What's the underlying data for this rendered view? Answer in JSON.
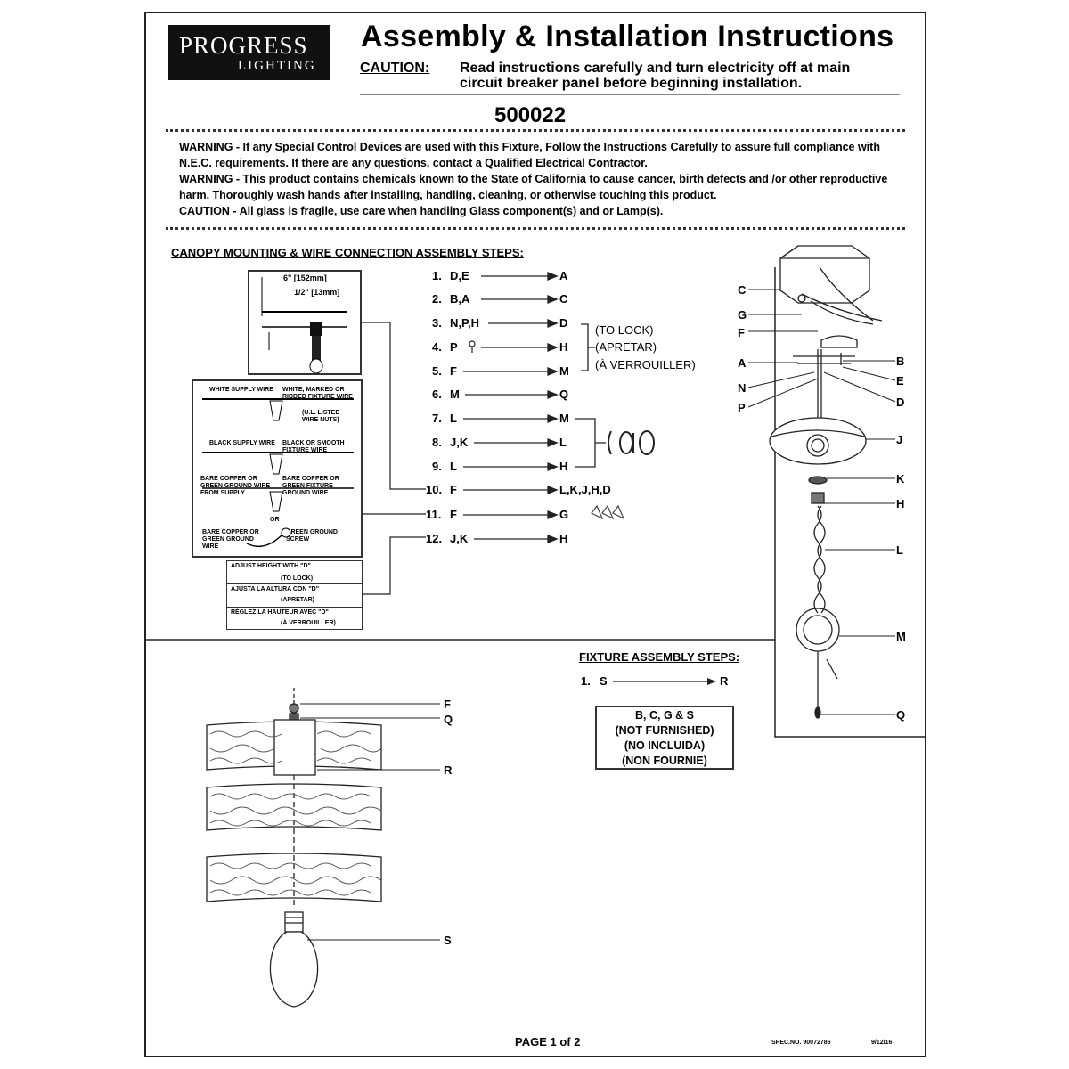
{
  "brand": {
    "name_line1": "PROGRESS",
    "name_line2": "LIGHTING"
  },
  "title": "Assembly & Installation Instructions",
  "caution_header": {
    "label": "CAUTION:",
    "text": "Read instructions carefully and turn electricity off at main circuit breaker panel before beginning installation."
  },
  "part_number": "500022",
  "warnings": [
    "WARNING - If any Special Control Devices are used with this Fixture, Follow the Instructions Carefully to assure full compliance with N.E.C. requirements. If there are any questions, contact a Qualified Electrical Contractor.",
    "WARNING - This product contains chemicals known to the State of California to cause cancer, birth defects and /or other reproductive harm. Thoroughly wash hands after installing, handling, cleaning, or otherwise touching this product.",
    "CAUTION - All glass is fragile, use care when handling Glass component(s) and or Lamp(s)."
  ],
  "canopy_heading": "CANOPY MOUNTING & WIRE CONNECTION ASSEMBLY STEPS:",
  "canopy_steps": [
    {
      "num": "1.",
      "from": "D,E",
      "to": "A"
    },
    {
      "num": "2.",
      "from": "B,A",
      "to": "C"
    },
    {
      "num": "3.",
      "from": "N,P,H",
      "to": "D"
    },
    {
      "num": "4.",
      "from": "P",
      "to": "H"
    },
    {
      "num": "5.",
      "from": "F",
      "to": "M"
    },
    {
      "num": "6.",
      "from": "M",
      "to": "Q"
    },
    {
      "num": "7.",
      "from": "L",
      "to": "M"
    },
    {
      "num": "8.",
      "from": "J,K",
      "to": "L"
    },
    {
      "num": "9.",
      "from": "L",
      "to": "H"
    },
    {
      "num": "10.",
      "from": "F",
      "to": "L,K,J,H,D"
    },
    {
      "num": "11.",
      "from": "F",
      "to": "G"
    },
    {
      "num": "12.",
      "from": "J,K",
      "to": "H"
    }
  ],
  "lock_labels": [
    "(TO LOCK)",
    "(APRETAR)",
    "(À VERROUILLER)"
  ],
  "dimensions": {
    "d1": "6\" [152mm]",
    "d2": "1/2\" [13mm]"
  },
  "wiring_box": {
    "row1_left": "WHITE SUPPLY WIRE",
    "row1_right": "WHITE, MARKED OR RIBBED FIXTURE WIRE",
    "row1_note": "(U.L. LISTED WIRE NUTS)",
    "row2_left": "BLACK SUPPLY WIRE",
    "row2_right": "BLACK OR SMOOTH FIXTURE WIRE",
    "row3_left": "BARE COPPER OR GREEN GROUND WIRE FROM SUPPLY",
    "row3_right": "BARE COPPER OR GREEN FIXTURE GROUND WIRE",
    "or": "OR",
    "row4_left": "BARE COPPER OR GREEN GROUND WIRE",
    "row4_right": "GREEN GROUND SCREW"
  },
  "adjust_box": [
    {
      "text": "ADJUST HEIGHT WITH \"D\"",
      "sub": "(TO LOCK)"
    },
    {
      "text": "AJUSTA LA ALTURA CON \"D\"",
      "sub": "(APRETAR)"
    },
    {
      "text": "RÉGLEZ LA HAUTEUR AVEC \"D\"",
      "sub": "(À VERROUILLER)"
    }
  ],
  "exploded_labels": [
    "C",
    "G",
    "F",
    "A",
    "N",
    "P",
    "B",
    "E",
    "D",
    "J",
    "K",
    "H",
    "L",
    "M",
    "Q"
  ],
  "fixture_heading": "FIXTURE ASSEMBLY STEPS:",
  "fixture_steps": [
    {
      "num": "1.",
      "from": "S",
      "to": "R"
    }
  ],
  "not_furnished": [
    "B, C, G & S",
    "(NOT FURNISHED)",
    "(NO INCLUIDA)",
    "(NON FOURNIE)"
  ],
  "fixture_labels": [
    "F",
    "Q",
    "R",
    "S"
  ],
  "footer": {
    "page": "PAGE 1 of 2",
    "spec": "SPEC.NO. 90072786",
    "date": "9/12/16"
  }
}
